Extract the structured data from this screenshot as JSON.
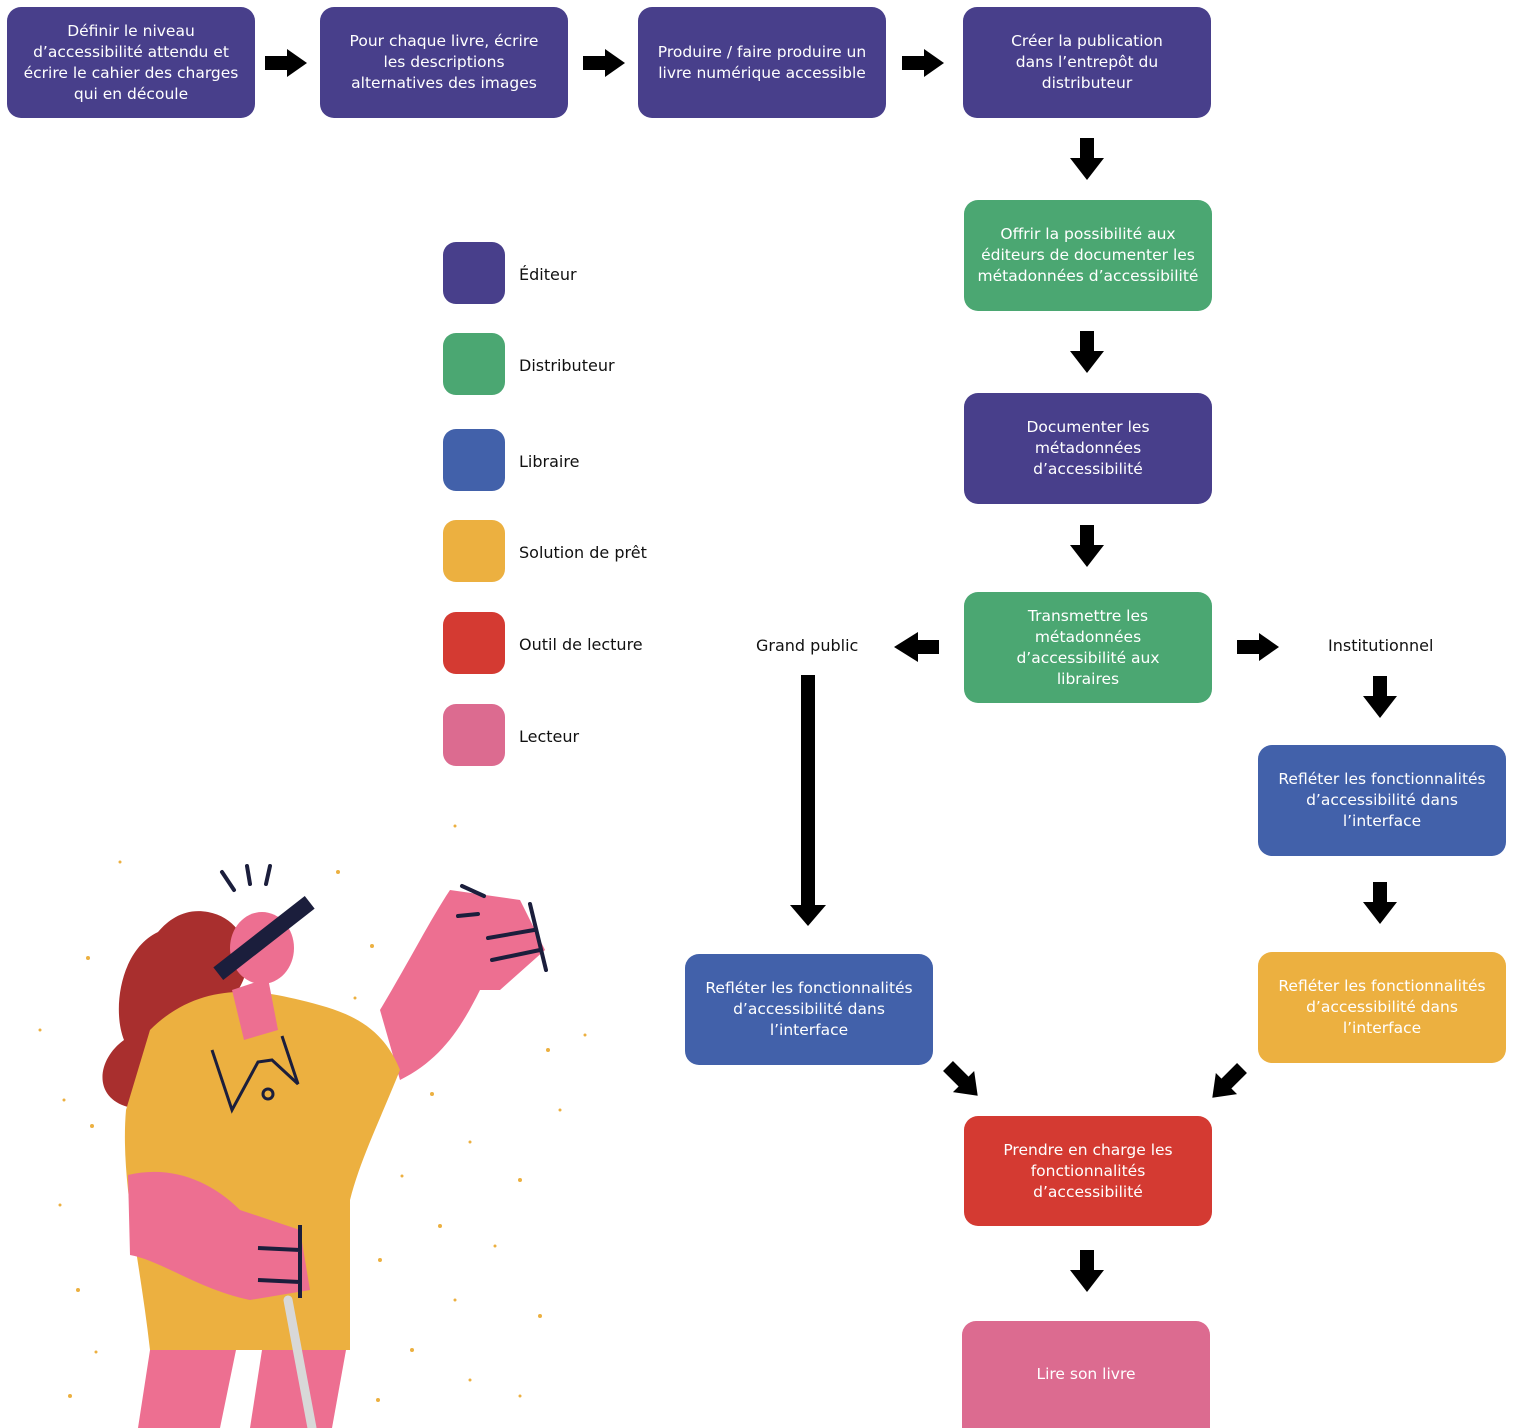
{
  "colors": {
    "editeur": "#483f8b",
    "distributeur": "#4ba772",
    "libraire": "#4261aa",
    "solution_pret": "#ecb040",
    "outil_lecture": "#d43a32",
    "lecteur": "#dc6b90"
  },
  "steps": {
    "step1": "Définir le niveau d’accessibilité attendu et écrire le cahier des charges qui en découle",
    "step2": "Pour chaque livre, écrire les descriptions alternatives des images",
    "step3": "Produire / faire produire un livre numérique accessible",
    "step4": "Créer la publication dans l’entrepôt du distributeur",
    "step5": "Offrir la possibilité aux éditeurs de documenter les métadonnées d’accessibilité",
    "step6": "Documenter les métadonnées d’accessibilité",
    "step7": "Transmettre les métadonnées d’accessibilité aux libraires",
    "grand_public_box": "Refléter les fonctionnalités d’accessibilité dans l’interface",
    "institutionnel_box1": "Refléter les fonctionnalités d’accessibilité dans l’interface",
    "institutionnel_box2": "Refléter les fonctionnalités d’accessibilité dans l’interface",
    "step8": "Prendre en charge les fonctionnalités d’accessibilité",
    "step9": "Lire son livre"
  },
  "branches": {
    "left": "Grand public",
    "right": "Institutionnel"
  },
  "legend": [
    {
      "label": "Éditeur",
      "color": "#483f8b"
    },
    {
      "label": "Distributeur",
      "color": "#4ba772"
    },
    {
      "label": "Libraire",
      "color": "#4261aa"
    },
    {
      "label": "Solution de prêt",
      "color": "#ecb040"
    },
    {
      "label": "Outil de lecture",
      "color": "#d43a32"
    },
    {
      "label": "Lecteur",
      "color": "#dc6b90"
    }
  ]
}
